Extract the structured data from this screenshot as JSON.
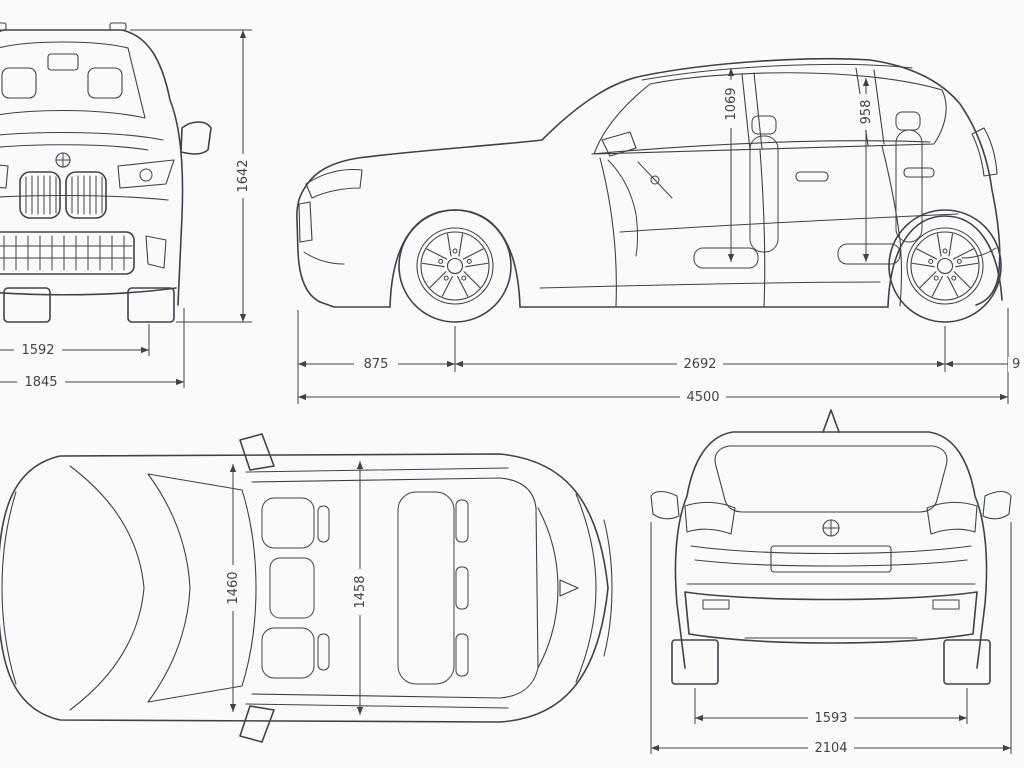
{
  "theme": {
    "background": "#fafafa",
    "line_color": "#3e434b"
  },
  "diagram": {
    "subject": "suv-dimensions-blueprint",
    "views": [
      "front",
      "side",
      "top",
      "rear"
    ]
  },
  "dims": {
    "front_height": "1642",
    "front_track": "1592",
    "front_width": "1845",
    "interior_height_front": "1069",
    "interior_height_rear": "958",
    "front_overhang": "875",
    "wheelbase": "2692",
    "rear_overhang_partial": "9",
    "overall_length": "4500",
    "interior_width_front": "1460",
    "interior_width_rear": "1458",
    "rear_track": "1593",
    "overall_width_mirrors": "2104"
  }
}
